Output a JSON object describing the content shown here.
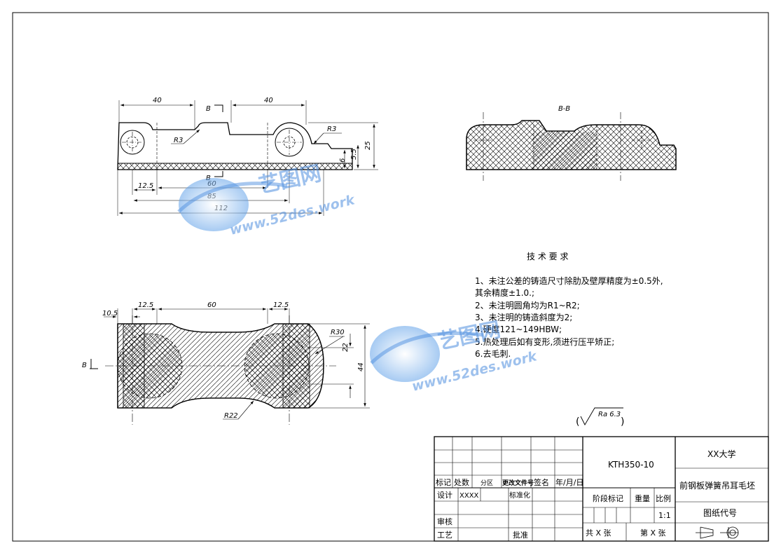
{
  "drawing": {
    "views": {
      "front": {
        "dims": {
          "top_left": "40",
          "top_right": "40",
          "r_left": "R3",
          "r_right": "R3",
          "h_25": "25",
          "h_6": "6",
          "h_55": "5.5",
          "d_125": "12.5",
          "d_60": "60",
          "d_85": "85",
          "d_112": "112"
        },
        "section_mark_top": "B",
        "section_mark_bottom": "B"
      },
      "section": {
        "title": "B-B"
      },
      "plan": {
        "dims": {
          "d_105": "10.5",
          "d_125a": "12.5",
          "d_60": "60",
          "d_125b": "12.5",
          "r30": "R30",
          "h22": "22",
          "h44": "44",
          "r22": "R22"
        },
        "section_mark": "B"
      }
    },
    "tech_requirements": {
      "title": "技 术 要 求",
      "lines": [
        "1、未注公差的铸造尺寸除肋及壁厚精度为±0.5外,",
        "其余精度±1.0.;",
        "2、未注明圆角均为R1~R2;",
        "3、未注明的铸造斜度为2;",
        "4.硬度121~149HBW;",
        "5.热处理后如有变形,须进行压平矫正;",
        "6.去毛刺."
      ]
    },
    "roughness": {
      "value": "Ra 6.3"
    },
    "title_block": {
      "drawing_no": "KTH350-10",
      "school": "XX大学",
      "part_name": "前钢板弹簧吊耳毛坯",
      "drawing_code": "图纸代号",
      "scale": "1:1",
      "labels": {
        "mark": "标记",
        "count": "处数",
        "zone": "分区",
        "change_doc": "更改文件号",
        "sign": "签名",
        "date": "年/月/日",
        "design": "设计",
        "designer": "XXXX",
        "standard": "标准化",
        "review": "审核",
        "process": "工艺",
        "approve": "批准",
        "stage": "阶段标记",
        "weight": "重量",
        "ratio": "比例",
        "total": "共 X 张",
        "sheet": "第 X 张"
      }
    },
    "watermark": {
      "brand": "艺图网",
      "url": "www.52des.work"
    }
  }
}
